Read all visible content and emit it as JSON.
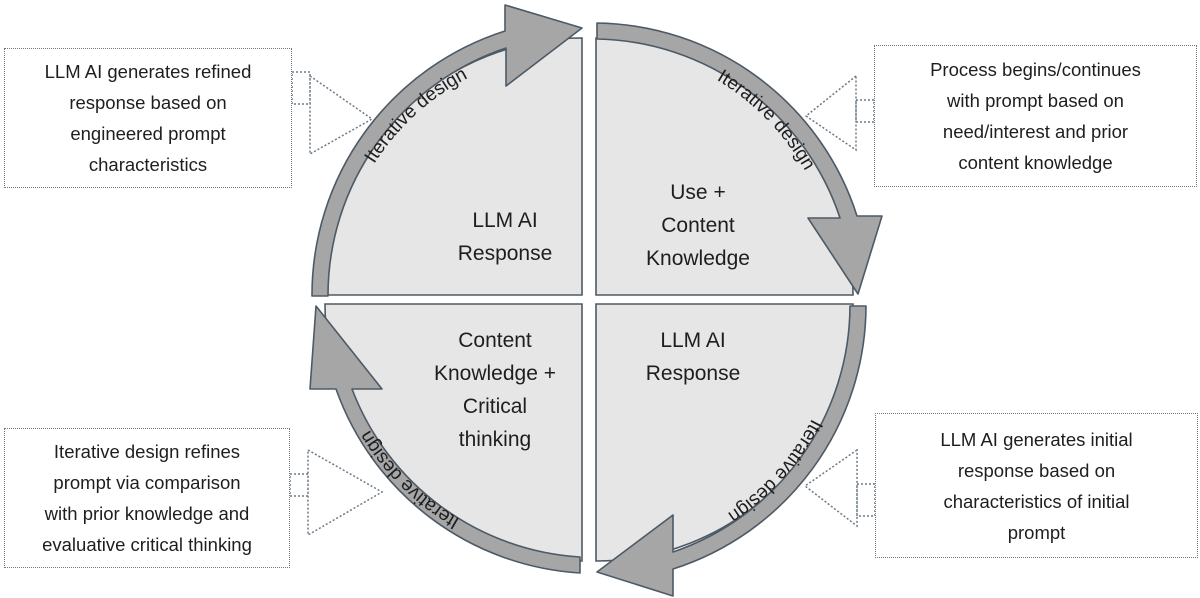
{
  "quadrants": {
    "top_left": [
      "LLM AI",
      "Response"
    ],
    "top_right": [
      "Use +",
      "Content",
      "Knowledge"
    ],
    "bottom_right": [
      "LLM AI",
      "Response"
    ],
    "bottom_left": [
      "Content",
      "Knowledge +",
      "Critical",
      "thinking"
    ]
  },
  "arrow_labels": {
    "top_left": "Iterative design",
    "top_right": "Iterative design",
    "bottom_right": "Iterative design",
    "bottom_left": "Iterative design"
  },
  "callouts": {
    "top_left": [
      "LLM AI generates refined",
      "response based on",
      "engineered prompt",
      "characteristics"
    ],
    "top_right": [
      "Process begins/continues",
      "with prompt based on",
      "need/interest and prior",
      "content knowledge"
    ],
    "bottom_right": [
      "LLM AI generates initial",
      "response based on",
      "characteristics of initial",
      "prompt"
    ],
    "bottom_left": [
      "Iterative design refines",
      "prompt via comparison",
      "with prior knowledge and",
      "evaluative critical thinking"
    ]
  },
  "colors": {
    "quadrant_fill": "#e6e6e6",
    "arrow_fill": "#a6a6a6",
    "outline": "#4d5a66",
    "callout_border": "#6c7a86"
  }
}
